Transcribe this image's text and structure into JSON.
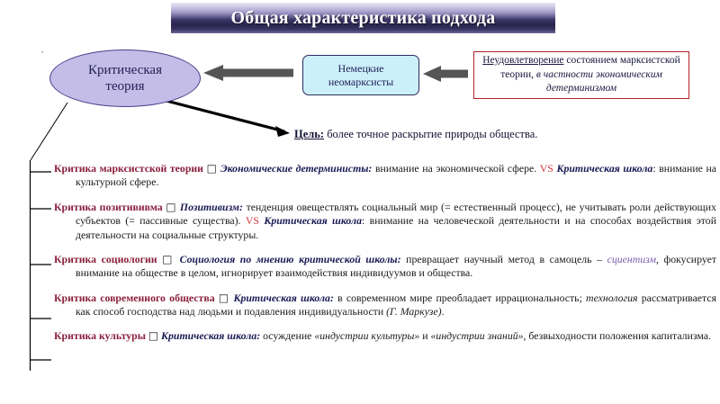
{
  "slide": {
    "title": "Общая характеристика подхода",
    "background_color": "#ffffff",
    "title_gradient_top": "#e9e6f4",
    "title_gradient_bottom": "#29254d"
  },
  "diagram": {
    "oval": {
      "line1": "Критическая",
      "line2": "теория",
      "fill_color": "#c3bde8",
      "border_color": "#4a3f8a"
    },
    "cyan_box": {
      "line1": "Немецкие",
      "line2": "неомарксисты",
      "fill_color": "#ccf0fa",
      "border_color": "#2b2b5e"
    },
    "red_box": {
      "underlined": "Неудовлетворение",
      "plain": " состоянием марксистской теории, ",
      "italic": "в частности экономическим детерминизмом",
      "border_color": "#b02028"
    },
    "arrows": {
      "color": "#555555",
      "arrow1_name": "arrow-neomarxists-to-critical-theory",
      "arrow2_name": "arrow-dissatisfaction-to-neomarxists"
    },
    "goal": {
      "label": "Цель:",
      "text": " более точное раскрытие природы общества."
    }
  },
  "bullets": [
    {
      "heading": "Критика марксистской теории",
      "square": "□",
      "subject": "Экономические детерминисты:",
      "body_1": " внимание на экономической сфере. ",
      "vs": "VS",
      "subject_2": "Критическая школа",
      "body_2": ": внимание на культурной сфере."
    },
    {
      "heading": "Критика позитививма",
      "square": "□",
      "subject": "Позитивизм:",
      "body_1": " тенденция овеществлять социальный мир (= естественный процесс), не учитывать роли действующих субъектов (= пассивные существа). ",
      "vs": "VS",
      "subject_2": "Критическая школа",
      "body_2": ": внимание на человеческой деятельности и на способах воздействия этой деятельности на социальные структуры."
    },
    {
      "heading": "Критика социологии",
      "square": "□",
      "subject": "Социология по мнению критической школы:",
      "body_1": " превращает научный метод в самоцель – ",
      "emphasis": "сциентизм",
      "body_2": ", фокусирует внимание на обществе в целом, игнорирует взаимодействия индивидуумов и общества."
    },
    {
      "heading": "Критика современного общества",
      "square": "□",
      "subject": "Критическая школа:",
      "body_1": " в современном мире преобладает иррациональность; ",
      "emphasis": "технология",
      "body_2": " рассматривается как способ господства над людьми и подавления индивидуальности ",
      "citation": "(Г. Маркузе)",
      "body_3": "."
    },
    {
      "heading": "Критика культуры",
      "square": "□",
      "subject": "Критическая школа:",
      "body_1": " осуждение ",
      "quote_1": "«индустрии культуры»",
      "body_2": " и ",
      "quote_2": "«индустрии знаний»",
      "body_3": ", безвыходности положения капитализма."
    }
  ],
  "colors": {
    "heading": "#8a1f3d",
    "subject": "#1a1a55",
    "vs": "#d4323c",
    "scientism": "#7b5fad"
  }
}
